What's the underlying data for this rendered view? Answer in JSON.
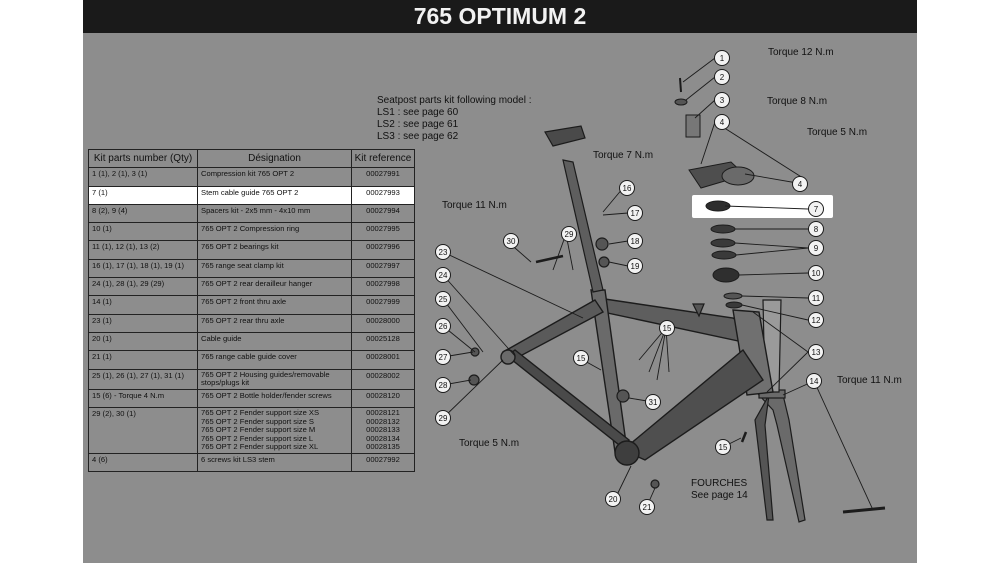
{
  "title": "765 OPTIMUM 2",
  "table": {
    "headers": [
      "Kit parts number (Qty)",
      "Désignation",
      "Kit reference"
    ],
    "rows": [
      {
        "parts": "1 (1), 2 (1), 3 (1)",
        "designation": [
          "Compression kit 765 OPT 2"
        ],
        "reference": [
          "00027991"
        ]
      },
      {
        "parts": "7 (1)",
        "designation": [
          "Stem cable guide 765 OPT 2"
        ],
        "reference": [
          "00027993"
        ],
        "highlight": true
      },
      {
        "parts": "8 (2), 9 (4)",
        "designation": [
          "Spacers kit - 2x5 mm - 4x10 mm"
        ],
        "reference": [
          "00027994"
        ]
      },
      {
        "parts": "10 (1)",
        "designation": [
          "765 OPT 2 Compression ring"
        ],
        "reference": [
          "00027995"
        ]
      },
      {
        "parts": "11 (1), 12 (1), 13 (2)",
        "designation": [
          "765 OPT 2 bearings kit"
        ],
        "reference": [
          "00027996"
        ]
      },
      {
        "parts": "16 (1), 17 (1), 18 (1), 19 (1)",
        "designation": [
          "765 range seat clamp kit"
        ],
        "reference": [
          "00027997"
        ]
      },
      {
        "parts": "24 (1), 28 (1), 29 (29)",
        "designation": [
          "765 OPT 2 rear derailleur hanger"
        ],
        "reference": [
          "00027998"
        ]
      },
      {
        "parts": "14 (1)",
        "designation": [
          "765 OPT 2 front thru axle"
        ],
        "reference": [
          "00027999"
        ]
      },
      {
        "parts": "23 (1)",
        "designation": [
          "765 OPT 2 rear thru axle"
        ],
        "reference": [
          "00028000"
        ]
      },
      {
        "parts": "20 (1)",
        "designation": [
          "Cable guide"
        ],
        "reference": [
          "00025128"
        ]
      },
      {
        "parts": "21 (1)",
        "designation": [
          "765 range cable guide cover"
        ],
        "reference": [
          "00028001"
        ]
      },
      {
        "parts": "25 (1), 26 (1), 27 (1), 31 (1)",
        "designation": [
          "765 OPT 2 Housing guides/removable",
          "stops/plugs kit"
        ],
        "reference": [
          "00028002"
        ]
      },
      {
        "parts": "15 (6) - Torque 4 N.m",
        "designation": [
          "765 OPT 2 Bottle holder/fender screws"
        ],
        "reference": [
          "00028120"
        ]
      },
      {
        "parts": "29 (2), 30 (1)",
        "designation": [
          "765 OPT 2 Fender support size XS",
          "765 OPT 2 Fender support size S",
          "765 OPT 2 Fender support size M",
          "765 OPT 2 Fender support size L",
          "765 OPT 2 Fender support size XL"
        ],
        "reference": [
          "00028121",
          "00028132",
          "00028133",
          "00028134",
          "00028135"
        ]
      },
      {
        "parts": "4 (6)",
        "designation": [
          "6 screws kit LS3 stem"
        ],
        "reference": [
          "00027992"
        ]
      }
    ]
  },
  "seatpost_note": [
    "Seatpost parts kit following model :",
    "LS1 : see page 60",
    "LS2 : see page 61",
    "LS3 : see page 62"
  ],
  "torques": {
    "t12": "Torque 12 N.m",
    "t8": "Torque 8 N.m",
    "t5_top": "Torque 5 N.m",
    "t7": "Torque 7 N.m",
    "t11_left": "Torque 11 N.m",
    "t11_right": "Torque 11 N.m",
    "t5_bottom": "Torque 5 N.m"
  },
  "fourches": [
    "FOURCHES",
    "See page 14"
  ],
  "callouts": [
    "1",
    "2",
    "3",
    "4",
    "4",
    "7",
    "8",
    "9",
    "10",
    "11",
    "12",
    "13",
    "14",
    "15",
    "15",
    "15",
    "16",
    "17",
    "18",
    "19",
    "20",
    "21",
    "23",
    "24",
    "25",
    "26",
    "27",
    "28",
    "29",
    "29",
    "30",
    "31"
  ],
  "colors": {
    "background": "#8d8d8d",
    "titlebar": "#1a1a1a",
    "highlight": "#ffffff"
  }
}
